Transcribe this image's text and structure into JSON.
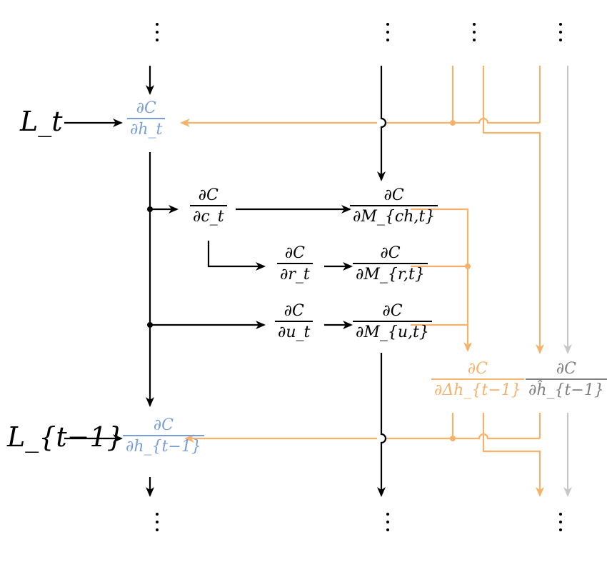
{
  "labels": {
    "L_t": "L_t",
    "L_tm1": "L_{t−1}"
  },
  "nodes": {
    "dC_dh_t": {
      "num": "∂C",
      "den": "∂h_t"
    },
    "dC_dc_t": {
      "num": "∂C",
      "den": "∂c_t"
    },
    "dC_dM_ch_t": {
      "num": "∂C",
      "den": "∂M_{ch,t}"
    },
    "dC_dr_t": {
      "num": "∂C",
      "den": "∂r_t"
    },
    "dC_dM_r_t": {
      "num": "∂C",
      "den": "∂M_{r,t}"
    },
    "dC_du_t": {
      "num": "∂C",
      "den": "∂u_t"
    },
    "dC_dM_u_t": {
      "num": "∂C",
      "den": "∂M_{u,t}"
    },
    "dC_dDelta_h_tm1": {
      "num": "∂C",
      "den": "∂Δh_{t−1}"
    },
    "dC_dhhat_tm1": {
      "num": "∂C",
      "den": "∂ĥ_{t−1}"
    },
    "dC_dh_tm1": {
      "num": "∂C",
      "den": "∂h_{t−1}"
    }
  },
  "colors": {
    "black": "#000000",
    "blue": "#7a9fd8",
    "orange": "#f6b26b",
    "gray": "#c8c8c8",
    "gray_text": "#808080"
  }
}
